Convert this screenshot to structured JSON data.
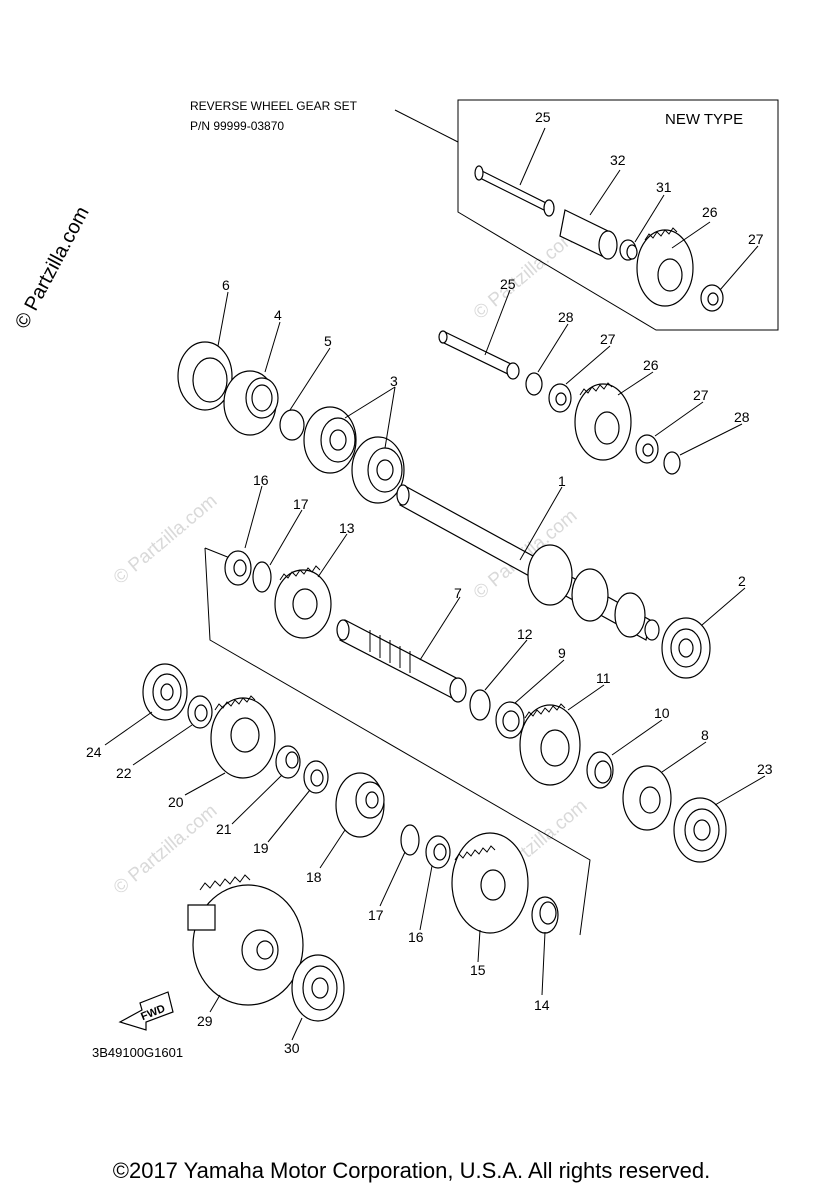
{
  "set_note": {
    "line1": "REVERSE WHEEL GEAR SET",
    "line2": "P/N 99999-03870"
  },
  "new_type_label": "NEW TYPE",
  "drawing_code": "3B49100G1601",
  "fwd_label": "FWD",
  "copyright": "©2017  Yamaha Motor Corporation, U.S.A. All rights reserved.",
  "watermark": "© Partzilla.com",
  "callouts": [
    "1",
    "2",
    "3",
    "4",
    "5",
    "6",
    "7",
    "8",
    "9",
    "10",
    "11",
    "12",
    "13",
    "14",
    "15",
    "16",
    "16",
    "17",
    "17",
    "18",
    "19",
    "20",
    "21",
    "22",
    "23",
    "24",
    "25",
    "25",
    "26",
    "26",
    "27",
    "27",
    "27",
    "28",
    "28",
    "29",
    "30",
    "31",
    "32"
  ]
}
